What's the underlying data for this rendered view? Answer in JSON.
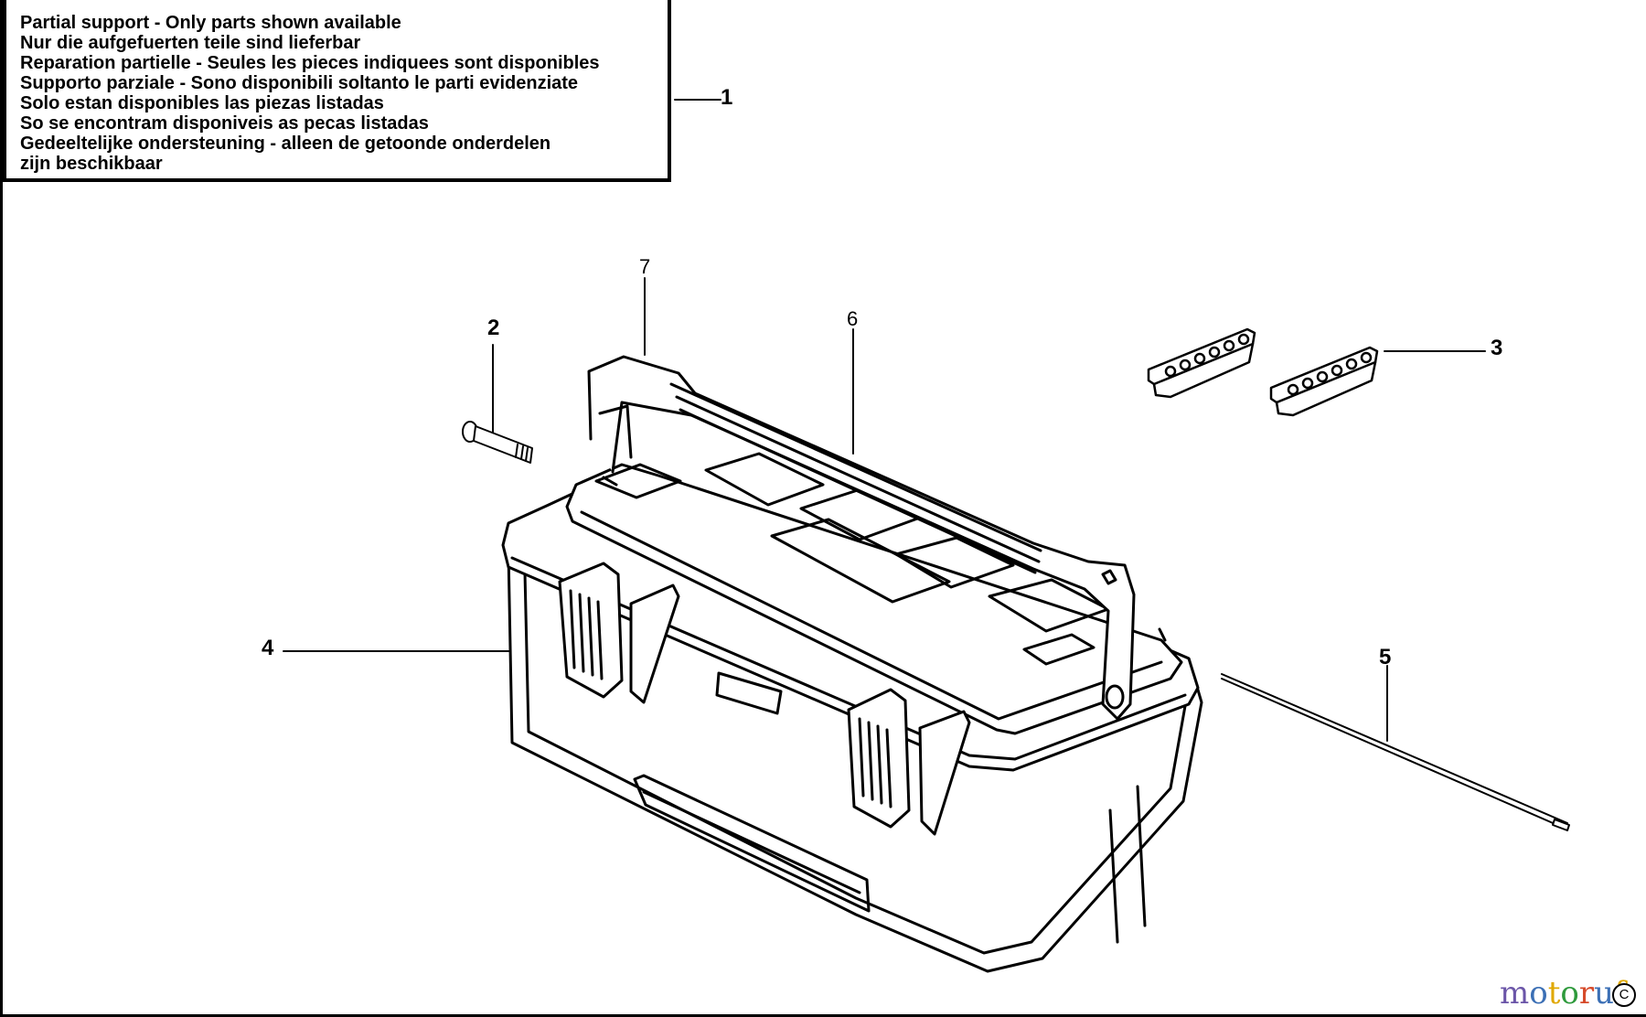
{
  "notice": {
    "lines": [
      "Partial support - Only parts shown available",
      "Nur die aufgefuerten teile sind lieferbar",
      "Reparation partielle - Seules les pieces indiquees sont disponibles",
      "Supporto parziale - Sono disponibili soltanto le parti evidenziate",
      "Solo estan disponibles las piezas listadas",
      "So se encontram disponiveis as pecas listadas",
      "Gedeeltelijke ondersteuning - alleen de getoonde onderdelen",
      "zijn beschikbaar"
    ]
  },
  "callouts": {
    "c1": "1",
    "c2": "2",
    "c3": "3",
    "c4": "4",
    "c5": "5",
    "c6": "6",
    "c7": "7"
  },
  "watermark": {
    "letters": [
      "m",
      "o",
      "t",
      "o",
      "r",
      "u",
      "f"
    ],
    "colors": [
      "#6b55a8",
      "#3b6fb5",
      "#e0a800",
      "#2e9a3c",
      "#d64a2a",
      "#3b6fb5",
      "#e0a800"
    ],
    "copyright_symbol": "C"
  },
  "colors": {
    "ink": "#000000",
    "paper": "#ffffff"
  }
}
